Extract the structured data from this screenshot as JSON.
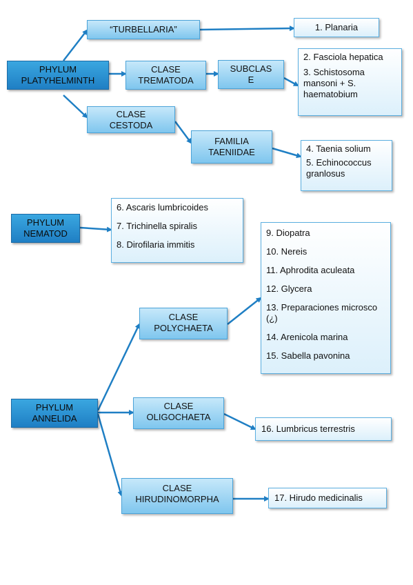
{
  "nodes": {
    "platy": [
      "PHYLUM",
      "PLATYHELMINTH"
    ],
    "turbellaria": [
      "“TURBELLARIA”"
    ],
    "trematoda": [
      "CLASE",
      "TREMATODA"
    ],
    "subclase": [
      "SUBCLAS",
      "E"
    ],
    "cestoda": [
      "CLASE",
      "CESTODA"
    ],
    "taeniidae": [
      "FAMILIA",
      "TAENIIDAE"
    ],
    "nematod": [
      "PHYLUM",
      "NEMATOD"
    ],
    "annelida": [
      "PHYLUM",
      "ANNELIDA"
    ],
    "polychaeta": [
      "CLASE",
      "POLYCHAETA"
    ],
    "oligochaeta": [
      "CLASE",
      "OLIGOCHAETA"
    ],
    "hirudino": [
      "CLASE",
      "HIRUDINOMORPHA"
    ]
  },
  "leaves": {
    "planaria": [
      "1. Planaria"
    ],
    "trematodes": [
      "2. Fasciola hepatica",
      "3. Schistosoma mansoni + S. haematobium"
    ],
    "taenia": [
      "4. Taenia solium",
      "5. Echinococcus granlosus"
    ],
    "nematodes": [
      "6. Ascaris lumbricoides",
      "7. Trichinella spiralis",
      "8. Dirofilaria immitis"
    ],
    "polychaetes": [
      "9. Diopatra",
      "10. Nereis",
      "11. Aphrodita aculeata",
      "12. Glycera",
      "13. Preparaciones microsco (¿)",
      "14. Arenicola marina",
      "15. Sabella pavonina"
    ],
    "lumbricus": [
      "16. Lumbricus terrestris"
    ],
    "hirudo": [
      "17. Hirudo medicinalis"
    ]
  },
  "colors": {
    "phylum_fill": "#2b93d3",
    "clase_fill": "#a6d9f5",
    "leaf_border": "#5aaee0",
    "arrow": "#1f7fc4"
  }
}
